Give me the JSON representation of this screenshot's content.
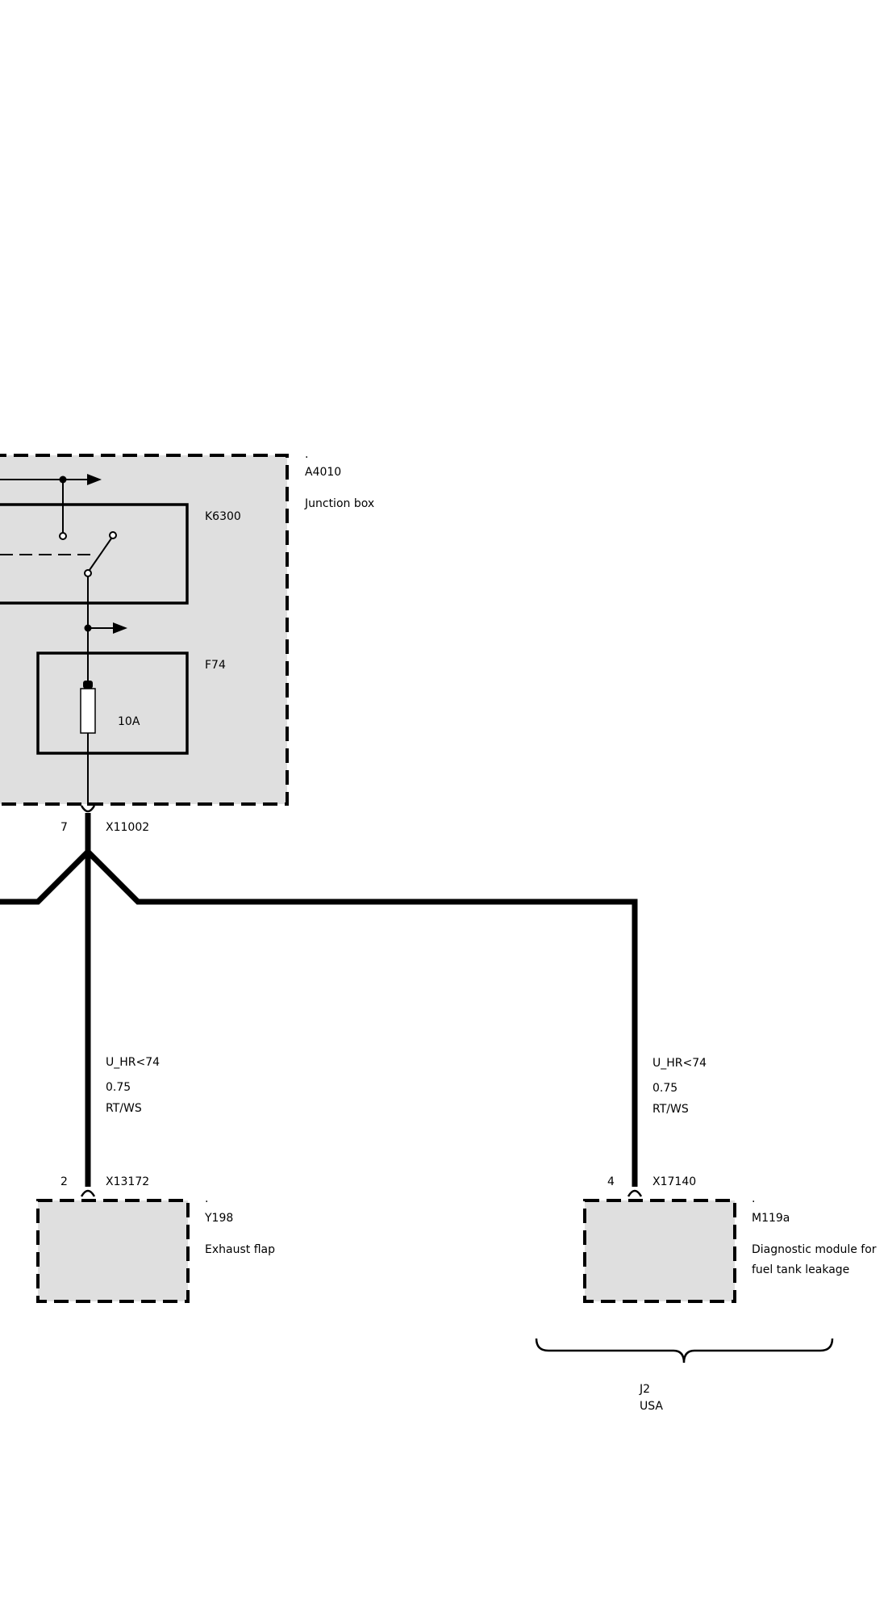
{
  "colors": {
    "line": "#000000",
    "box_fill": "#dfdfdf",
    "background": "#ffffff"
  },
  "junction_box": {
    "dot": ".",
    "id": "A4010",
    "name": "Junction box"
  },
  "relay": {
    "id": "K6300"
  },
  "fuse": {
    "id": "F74",
    "rating": "10A"
  },
  "connector_main": {
    "pin": "7",
    "id": "X11002"
  },
  "wire_left": {
    "signal": "U_HR<74",
    "cross_section": "0.75",
    "color": "RT/WS"
  },
  "wire_right": {
    "signal": "U_HR<74",
    "cross_section": "0.75",
    "color": "RT/WS"
  },
  "connector_y198": {
    "pin": "2",
    "id": "X13172"
  },
  "connector_m119a": {
    "pin": "4",
    "id": "X17140"
  },
  "component_y198": {
    "dot": ".",
    "id": "Y198",
    "name": "Exhaust flap"
  },
  "component_m119a": {
    "dot": ".",
    "id": "M119a",
    "name_line1": "Diagnostic module for",
    "name_line2": "fuel tank leakage"
  },
  "variant": {
    "code": "J2",
    "market": "USA"
  }
}
